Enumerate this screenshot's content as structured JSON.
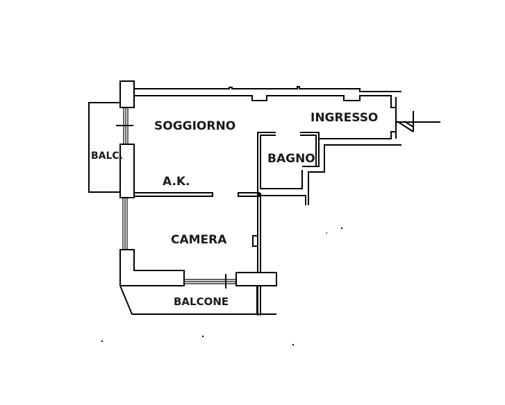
{
  "title": "Floor plan",
  "rooms": {
    "soggiorno": "SOGGIORNO",
    "ingresso": "INGRESSO",
    "bagno": "BAGNO",
    "ak": "A.K.",
    "camera": "CAMERA",
    "balc": "BALC.",
    "balcone": "BALCONE"
  },
  "colors": {
    "line": "#000000",
    "background": "#ffffff"
  }
}
